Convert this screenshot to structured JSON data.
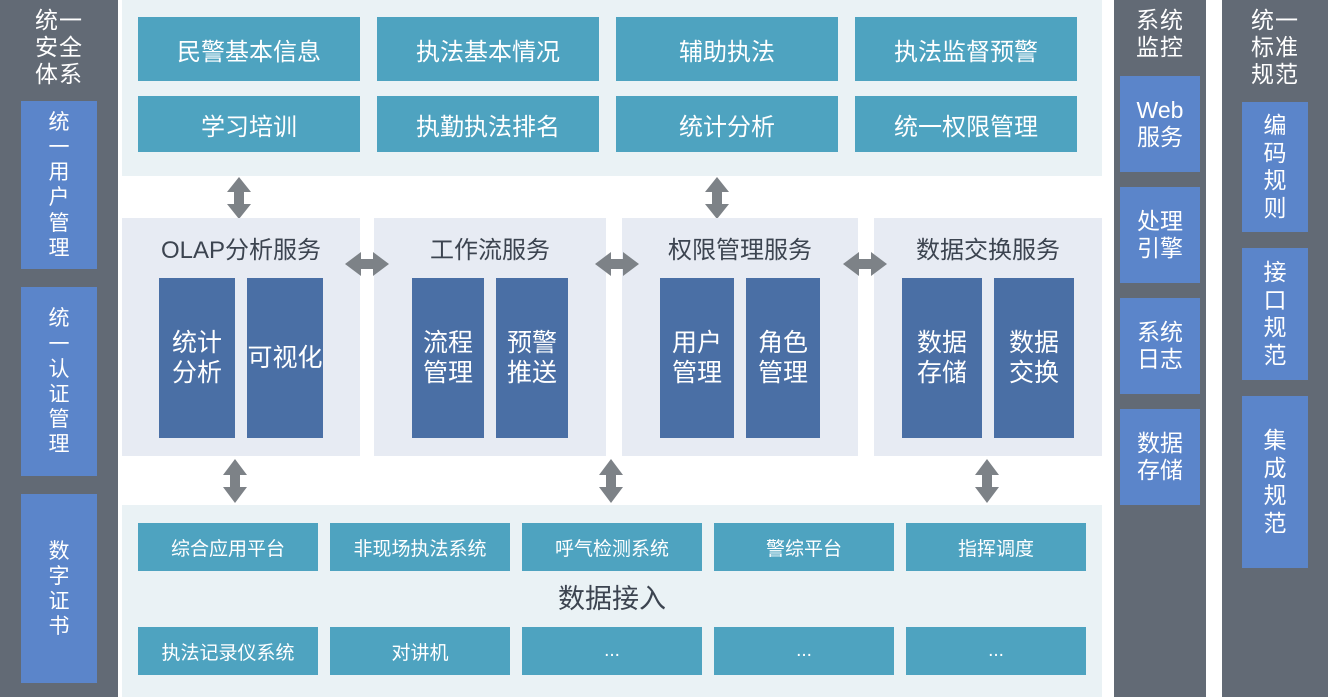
{
  "left_sidebar": {
    "title": "统一\n安全\n体系",
    "items": [
      {
        "label": "统\n一\n用\n户\n管\n理"
      },
      {
        "label": "统\n一\n认\n证\n管\n理"
      },
      {
        "label": "数\n字\n证\n书"
      }
    ]
  },
  "right_sidebar_1": {
    "title": "系统\n监控",
    "items": [
      {
        "label": "Web\n服务"
      },
      {
        "label": "处理\n引擎"
      },
      {
        "label": "系统\n日志"
      },
      {
        "label": "数据\n存储"
      }
    ]
  },
  "right_sidebar_2": {
    "title": "统一\n标准\n规范",
    "items": [
      {
        "label": "编\n码\n规\n则"
      },
      {
        "label": "接\n口\n规\n范"
      },
      {
        "label": "集\n成\n规\n范"
      }
    ]
  },
  "application_layer": {
    "items": [
      {
        "label": "民警基本信息"
      },
      {
        "label": "执法基本情况"
      },
      {
        "label": "辅助执法"
      },
      {
        "label": "执法监督预警"
      },
      {
        "label": "学习培训"
      },
      {
        "label": "执勤执法排名"
      },
      {
        "label": "统计分析"
      },
      {
        "label": "统一权限管理"
      }
    ]
  },
  "service_layer": {
    "panels": [
      {
        "title": "OLAP分析服务",
        "children": [
          {
            "label": "统计\n分析"
          },
          {
            "label": "可视化"
          }
        ]
      },
      {
        "title": "工作流服务",
        "children": [
          {
            "label": "流程\n管理"
          },
          {
            "label": "预警\n推送"
          }
        ]
      },
      {
        "title": "权限管理服务",
        "children": [
          {
            "label": "用户\n管理"
          },
          {
            "label": "角色\n管理"
          }
        ]
      },
      {
        "title": "数据交换服务",
        "children": [
          {
            "label": "数据\n存储"
          },
          {
            "label": "数据\n交换"
          }
        ]
      }
    ]
  },
  "data_layer": {
    "label": "数据接入",
    "top_row": [
      {
        "label": "综合应用平台"
      },
      {
        "label": "非现场执法系统"
      },
      {
        "label": "呼气检测系统"
      },
      {
        "label": "警综平台"
      },
      {
        "label": "指挥调度"
      }
    ],
    "bottom_row": [
      {
        "label": "执法记录仪系统"
      },
      {
        "label": "对讲机"
      },
      {
        "label": "..."
      },
      {
        "label": "..."
      },
      {
        "label": "..."
      }
    ]
  },
  "colors": {
    "sidebar_bg": "#626A75",
    "sidebar_box": "#5B85CA",
    "teal": "#4EA3C0",
    "blue": "#4A6FA5",
    "band_bg": "#EAF2F5",
    "panel_bg": "#E7EBF3",
    "arrow": "#7D8287"
  }
}
